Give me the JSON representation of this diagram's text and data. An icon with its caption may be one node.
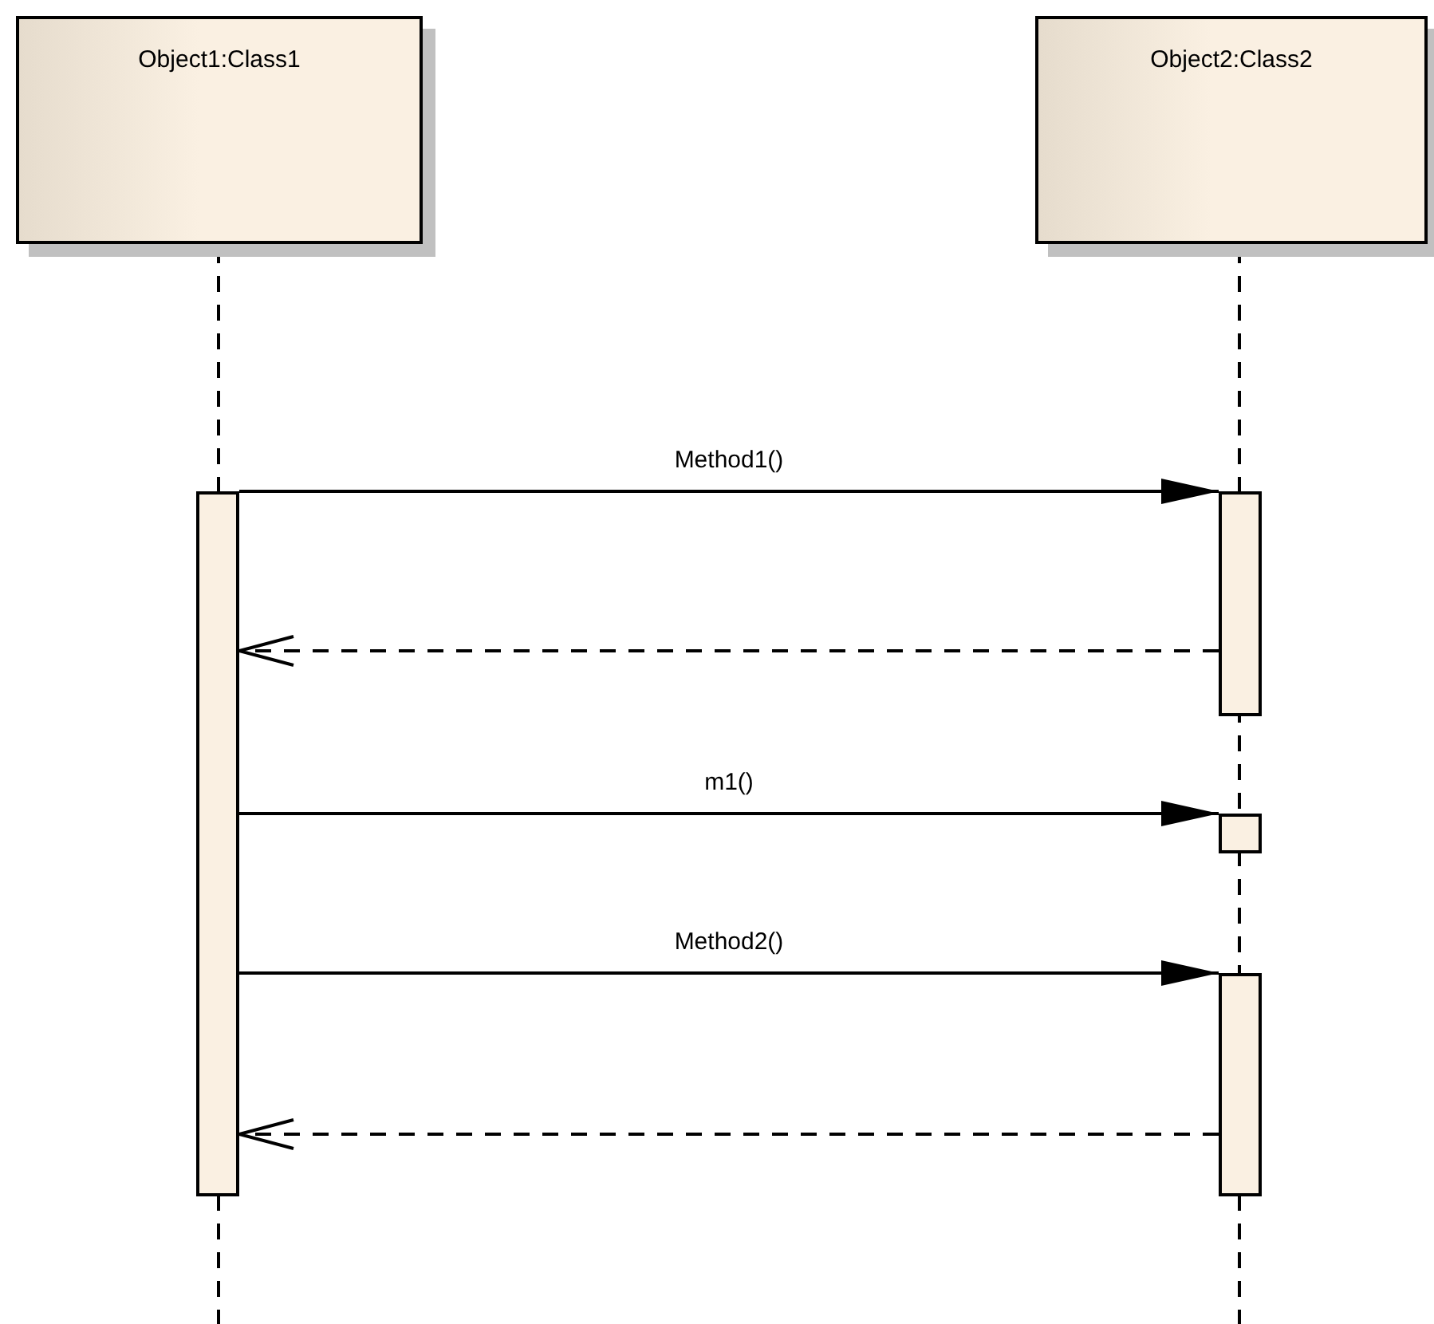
{
  "diagram": {
    "nodes": [
      {
        "text": [
          "Object1:Class1"
        ]
      },
      {
        "text": [
          "Object2:Class2"
        ]
      },
      {
        "text": [],
        "shape": "box"
      },
      {
        "text": [],
        "shape": "box"
      },
      {
        "text": [],
        "shape": "box"
      },
      {
        "text": [],
        "shape": "box"
      }
    ],
    "edges": [
      {
        "from": 2,
        "to": 3,
        "arrow": "to",
        "label": "Method1()"
      },
      {
        "from": 3,
        "to": 2,
        "arrow": "to",
        "style": "dashed"
      },
      {
        "from": 2,
        "to": 4,
        "arrow": "to",
        "label": "m1()"
      },
      {
        "from": 2,
        "to": 5,
        "arrow": "to",
        "label": "Method2()"
      },
      {
        "from": 5,
        "to": 2,
        "arrow": "to",
        "style": "dashed"
      }
    ]
  }
}
